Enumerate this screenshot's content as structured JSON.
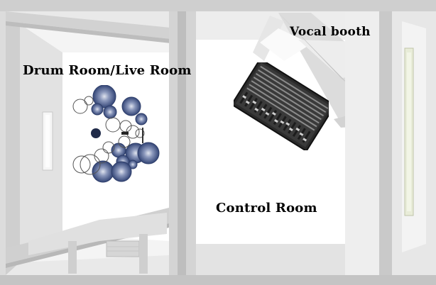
{
  "labels": {
    "drum_room": "Drum Room/Live Room",
    "vocal_booth": "Vocal booth",
    "control_room": "Control Room"
  },
  "colors": {
    "background": "#e6e6e6",
    "floor": "#ffffff",
    "wall": "#d9d9d9",
    "wall_dark": "#bdbdbd",
    "drum_blue": "#3b4e80",
    "mixer": "#2a2a2a"
  },
  "icons": {
    "drum_kit": "drum-kit-icon",
    "mixing_console": "mixing-console-icon"
  }
}
